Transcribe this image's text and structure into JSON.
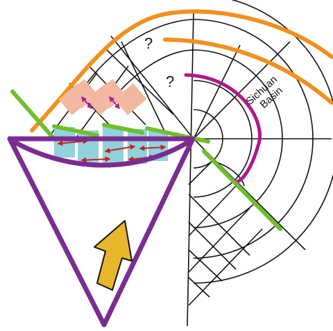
{
  "labels": {
    "question_upper": "?",
    "question_lower": "?",
    "basin_line1": "Sichuan",
    "basin_line2": "Basin"
  },
  "colors": {
    "background": "#ffffff",
    "grid_lines": "#111111",
    "orange_arcs": "#f2901e",
    "green_faults": "#6fbe2c",
    "purple_triangle": "#7a2d91",
    "magenta_arc": "#b0188b",
    "salmon_blocks": "#f3b9a0",
    "cyan_blocks": "#91d3dc",
    "red_arrows": "#cc1f1f",
    "violet_arrows": "#a7209a",
    "yellow_arrow": "#e8b62a"
  },
  "icons": {
    "indenter_motion": "up-right-arrow",
    "extension_arrows": "double-headed-arrow"
  }
}
